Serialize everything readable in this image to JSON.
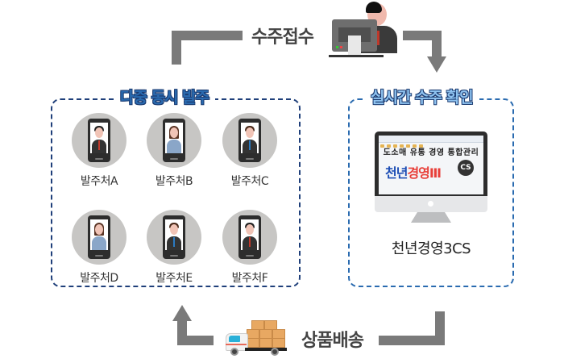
{
  "flow": {
    "order_receipt": {
      "label": "수주접수",
      "icon": "operator-at-computer-icon"
    },
    "delivery": {
      "label": "상품배송",
      "icon": "delivery-truck-icon"
    }
  },
  "left_panel": {
    "title": "다중 동시 발주",
    "nodes": [
      {
        "label": "발주처A",
        "avatar": "male",
        "tie": "red"
      },
      {
        "label": "발주처B",
        "avatar": "female",
        "tie": ""
      },
      {
        "label": "발주처C",
        "avatar": "male",
        "tie": "blue"
      },
      {
        "label": "발주처D",
        "avatar": "female",
        "tie": ""
      },
      {
        "label": "발주처E",
        "avatar": "male",
        "tie": "blue"
      },
      {
        "label": "발주처F",
        "avatar": "male",
        "tie": "red"
      }
    ]
  },
  "right_panel": {
    "title": "실시간 수주 확인",
    "screen": {
      "tagline": "도소매 유통 경영 통합관리",
      "brand_part1": "천년",
      "brand_part2": "경영Ⅲ",
      "badge": "CS"
    },
    "product_name": "천년경영3CS"
  },
  "colors": {
    "arrow": "#7a7a7a",
    "panel_border_left": "#1f3f7a",
    "panel_border_right": "#2a6bb0",
    "brand_blue": "#1e4fb5",
    "brand_red": "#e8403a"
  }
}
